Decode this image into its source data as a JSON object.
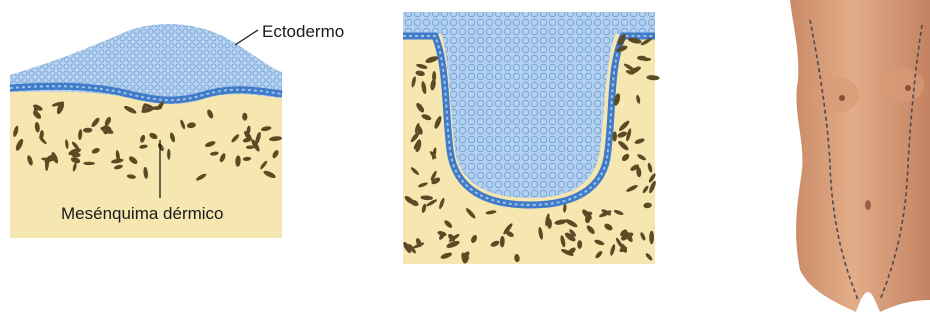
{
  "labels": {
    "ectoderm": "Ectodermo",
    "mesenchyme": "Mesénquima dérmico"
  },
  "colors": {
    "ectoderm_fill": "#a9c9ea",
    "ectoderm_cells": "#6f9fd6",
    "basal_layer": "#3f7bc8",
    "mesenchyme_bg": "#f6e6b0",
    "mesenchyme_cells": "#5c4a24",
    "skin": "#d9a07a",
    "milk_line": "#4a4a55"
  },
  "figures": [
    {
      "name": "mammary-ridge-thickening",
      "stage": "early"
    },
    {
      "name": "mammary-bud-invagination",
      "stage": "later"
    },
    {
      "name": "milk-line-torso",
      "stage": "adult"
    }
  ]
}
